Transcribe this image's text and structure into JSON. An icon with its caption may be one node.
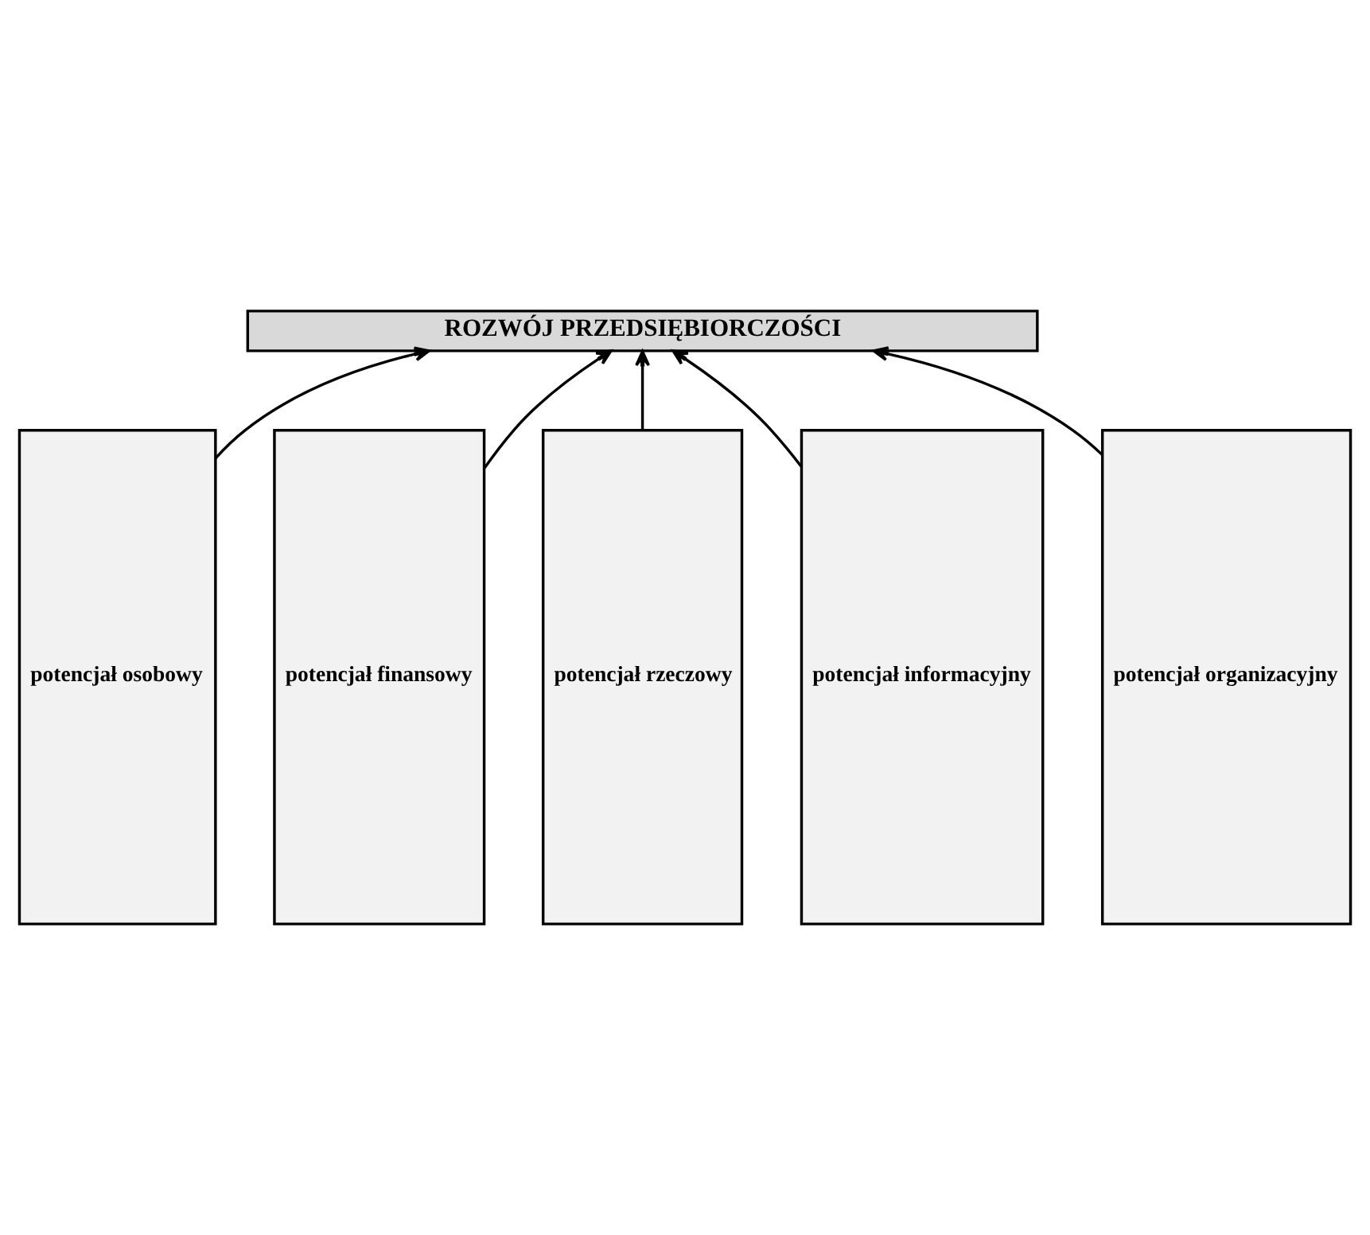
{
  "diagram": {
    "nodes": [
      {
        "text": [
          "ROZWÓJ PRZEDSIĘBIORCZOŚCI"
        ]
      },
      {
        "text": [
          "potencjał osobowy"
        ]
      },
      {
        "text": [
          "potencjał finansowy"
        ]
      },
      {
        "text": [
          "potencjał rzeczowy"
        ]
      },
      {
        "text": [
          "potencjał informacyjny"
        ]
      },
      {
        "text": [
          "potencjał organizacyjny"
        ]
      }
    ],
    "edges": [
      {
        "from": 1,
        "to": 0,
        "arrow": "to"
      },
      {
        "from": 2,
        "to": 0,
        "arrow": "to"
      },
      {
        "from": 3,
        "to": 0,
        "arrow": "to"
      },
      {
        "from": 4,
        "to": 0,
        "arrow": "to"
      },
      {
        "from": 5,
        "to": 0,
        "arrow": "to"
      }
    ]
  }
}
